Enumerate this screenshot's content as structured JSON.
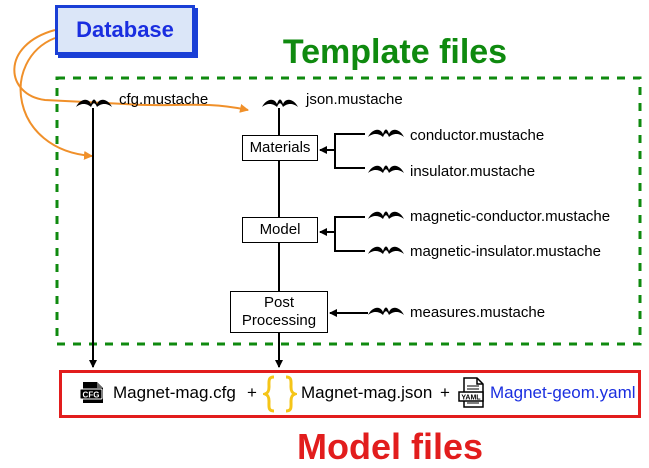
{
  "database": {
    "label": "Database"
  },
  "template_title": "Template files",
  "model_title": "Model files",
  "templates": {
    "cfg": "cfg.mustache",
    "json": "json.mustache",
    "conductor": "conductor.mustache",
    "insulator": "insulator.mustache",
    "magnetic_conductor": "magnetic-conductor.mustache",
    "magnetic_insulator": "magnetic-insulator.mustache",
    "measures": "measures.mustache"
  },
  "nodes": {
    "materials": "Materials",
    "model": "Model",
    "post_line1": "Post",
    "post_line2": "Processing"
  },
  "outputs": {
    "cfg_file": "Magnet-mag.cfg",
    "plus1": "+",
    "json_file": "Magnet-mag.json",
    "plus2": "+",
    "yaml_file": "Magnet-geom.yaml",
    "cfg_icon_text": "CFG",
    "yaml_icon_text": "YAML"
  },
  "colors": {
    "database_border": "#1a3fd6",
    "database_fill": "#dbe6f8",
    "database_text": "#1a2ee0",
    "template_green": "#0f8a0f",
    "model_red": "#e21d1d",
    "arrow_orange": "#f0902a",
    "json_brace_yellow": "#f5c518",
    "yaml_blue": "#1a2ee0"
  }
}
